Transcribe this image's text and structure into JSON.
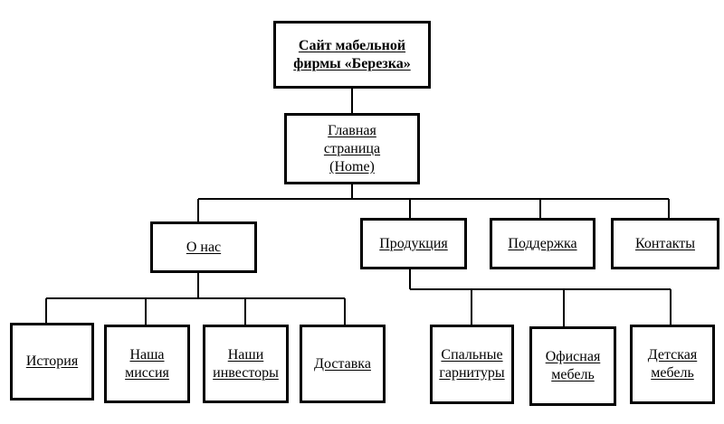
{
  "diagram": {
    "root": {
      "lines": [
        "Сайт мабельной",
        "фирмы «Березка»"
      ]
    },
    "home": {
      "lines": [
        "Главная",
        "страница",
        "(Home)"
      ]
    },
    "about": {
      "lines": [
        "О нас"
      ]
    },
    "products": {
      "lines": [
        "Продукция"
      ]
    },
    "support": {
      "lines": [
        "Поддержка"
      ]
    },
    "contacts": {
      "lines": [
        "Контакты"
      ]
    },
    "history": {
      "lines": [
        "История"
      ]
    },
    "mission": {
      "lines": [
        "Наша",
        "миссия"
      ]
    },
    "investors": {
      "lines": [
        "Наши",
        "инвесторы"
      ]
    },
    "delivery": {
      "lines": [
        "Доставка"
      ]
    },
    "bedroom": {
      "lines": [
        "Спальные",
        "гарнитуры"
      ]
    },
    "office": {
      "lines": [
        "Офисная",
        "мебель"
      ]
    },
    "kids": {
      "lines": [
        "Детская",
        "мебель"
      ]
    }
  },
  "colors": {
    "line": "#000000",
    "border": "#000000",
    "background": "#ffffff"
  }
}
